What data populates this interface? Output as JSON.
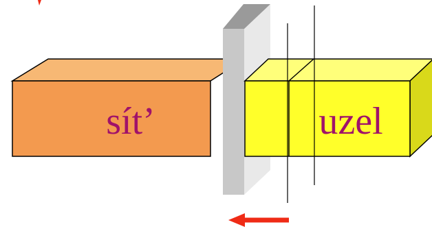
{
  "diagram": {
    "left_box": {
      "label": "sít’",
      "colors": {
        "front": "#f39a4f",
        "top": "#f7b874",
        "side": "#d87e33"
      }
    },
    "right_box": {
      "label": "uzel",
      "colors": {
        "front": "#ffff2a",
        "top": "#ffff7a",
        "side": "#d9d91a"
      }
    },
    "panel": {
      "colors": {
        "front": "#c8c8c8",
        "side": "#e9e9e9",
        "top": "#9a9a9a"
      }
    },
    "arrow": {
      "direction": "left",
      "color": "#ef2b16"
    },
    "label_color": "#a0126a",
    "line_color": "#000000"
  }
}
